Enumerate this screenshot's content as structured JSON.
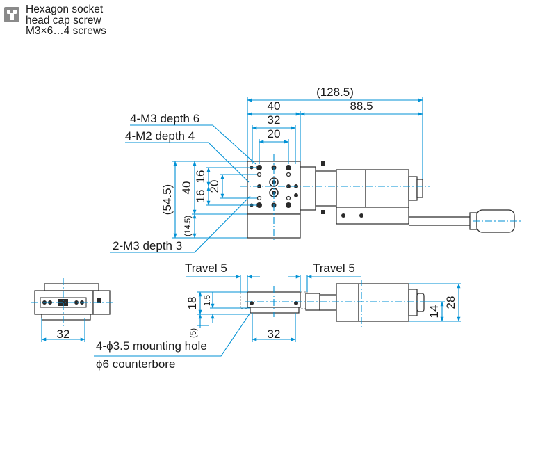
{
  "legend": {
    "icon": "hex-socket-screw-icon",
    "lines": [
      "Hexagon socket",
      "head cap screw",
      "M3×6…4 screws"
    ]
  },
  "top_view": {
    "dim_total": "(128.5)",
    "dim_width": "40",
    "dim_motor": "88.5",
    "dim_32": "32",
    "dim_20": "20",
    "dim_height_total": "(54.5)",
    "dim_height": "40",
    "dim_16a": "16",
    "dim_16b": "16",
    "dim_20v": "20",
    "dim_145": "(14.5)",
    "callout_m3_depth6": "4-M3 depth 6",
    "callout_m2_depth4": "4-M2 depth 4",
    "callout_m3_depth3": "2-M3 depth 3"
  },
  "side_view": {
    "travel_left": "Travel 5",
    "travel_right": "Travel 5",
    "dim_18": "18",
    "dim_15": "1.5",
    "dim_5": "(5)",
    "dim_32": "32",
    "dim_14": "14",
    "dim_28": "28",
    "callout_hole": "4-ϕ3.5 mounting hole",
    "callout_counterbore": "ϕ6 counterbore"
  },
  "end_view": {
    "dim_32": "32"
  },
  "colors": {
    "dimension_lines": "#0091d5",
    "outline": "#2a2a2a",
    "icon_fill": "#8a8a8a"
  }
}
